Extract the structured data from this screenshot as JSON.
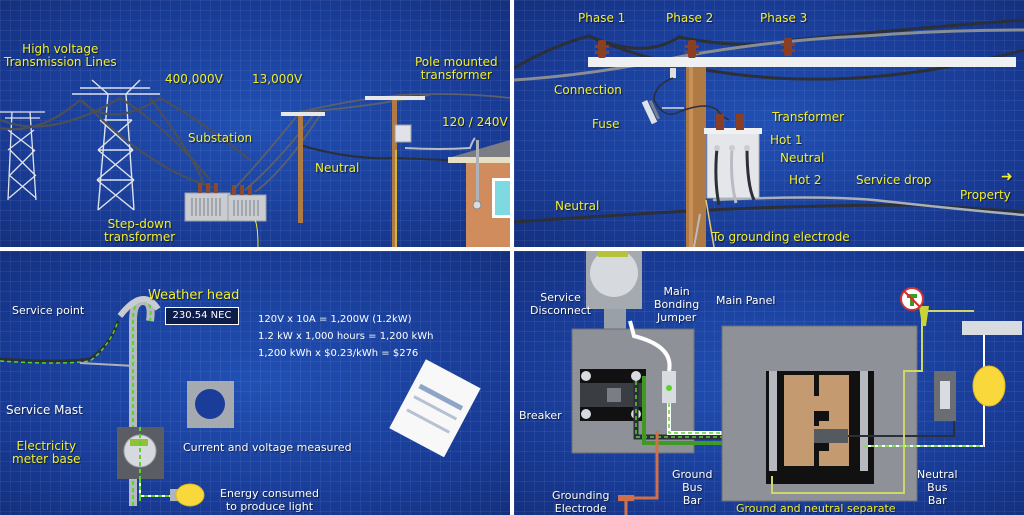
{
  "panels": {
    "transmission": {
      "labels": {
        "high_voltage": "High voltage\nTransmission Lines",
        "high_voltage_l1": "High voltage",
        "high_voltage_l2": "Transmission Lines",
        "v400k": "400,000V",
        "v13k": "13,000V",
        "substation": "Substation",
        "stepdown_l1": "Step-down",
        "stepdown_l2": "transformer",
        "neutral": "Neutral",
        "pole_tx_l1": "Pole mounted",
        "pole_tx_l2": "transformer",
        "v120_240": "120 / 240V"
      }
    },
    "pole": {
      "labels": {
        "phase1": "Phase 1",
        "phase2": "Phase 2",
        "phase3": "Phase 3",
        "connection": "Connection",
        "fuse": "Fuse",
        "transformer": "Transformer",
        "hot1": "Hot 1",
        "neutral_tx": "Neutral",
        "hot2": "Hot 2",
        "service_drop": "Service drop",
        "property": "Property",
        "neutral": "Neutral",
        "grounding": "To grounding electrode"
      },
      "arrow_icon": "right-arrow-icon"
    },
    "meter": {
      "labels": {
        "service_point": "Service point",
        "weather_head": "Weather head",
        "nec": "230.54 NEC",
        "service_mast": "Service Mast",
        "meter_base_l1": "Electricity",
        "meter_base_l2": "meter base",
        "measured": "Current and voltage measured",
        "energy_l1": "Energy consumed",
        "energy_l2": "to produce light"
      },
      "calculations": [
        "120V x 10A = 1,200W (1.2kW)",
        "1.2 kW x 1,000 hours = 1,200 kWh",
        "1,200 kWh x $0.23/kWh = $276"
      ]
    },
    "panel": {
      "labels": {
        "service_disconnect_l1": "Service",
        "service_disconnect_l2": "Disconnect",
        "main_bonding_l1": "Main",
        "main_bonding_l2": "Bonding",
        "main_bonding_l3": "Jumper",
        "main_panel": "Main Panel",
        "breaker": "Breaker",
        "ground_bus_l1": "Ground",
        "ground_bus_l2": "Bus",
        "ground_bus_l3": "Bar",
        "neutral_bus_l1": "Neutral",
        "neutral_bus_l2": "Bus",
        "neutral_bus_l3": "Bar",
        "grounding_electrode_l1": "Grounding",
        "grounding_electrode_l2": "Electrode",
        "separate": "Ground and neutral separate"
      },
      "no_bonding_screw_icon": "no-screw-icon"
    }
  },
  "colors": {
    "background": "#1a3d9a",
    "label_yellow": "#f4ef2a",
    "label_white": "#ffffff",
    "ground_green": "#5bd12c",
    "wood_pole": "#b07a45",
    "house": "#d08c5c"
  }
}
